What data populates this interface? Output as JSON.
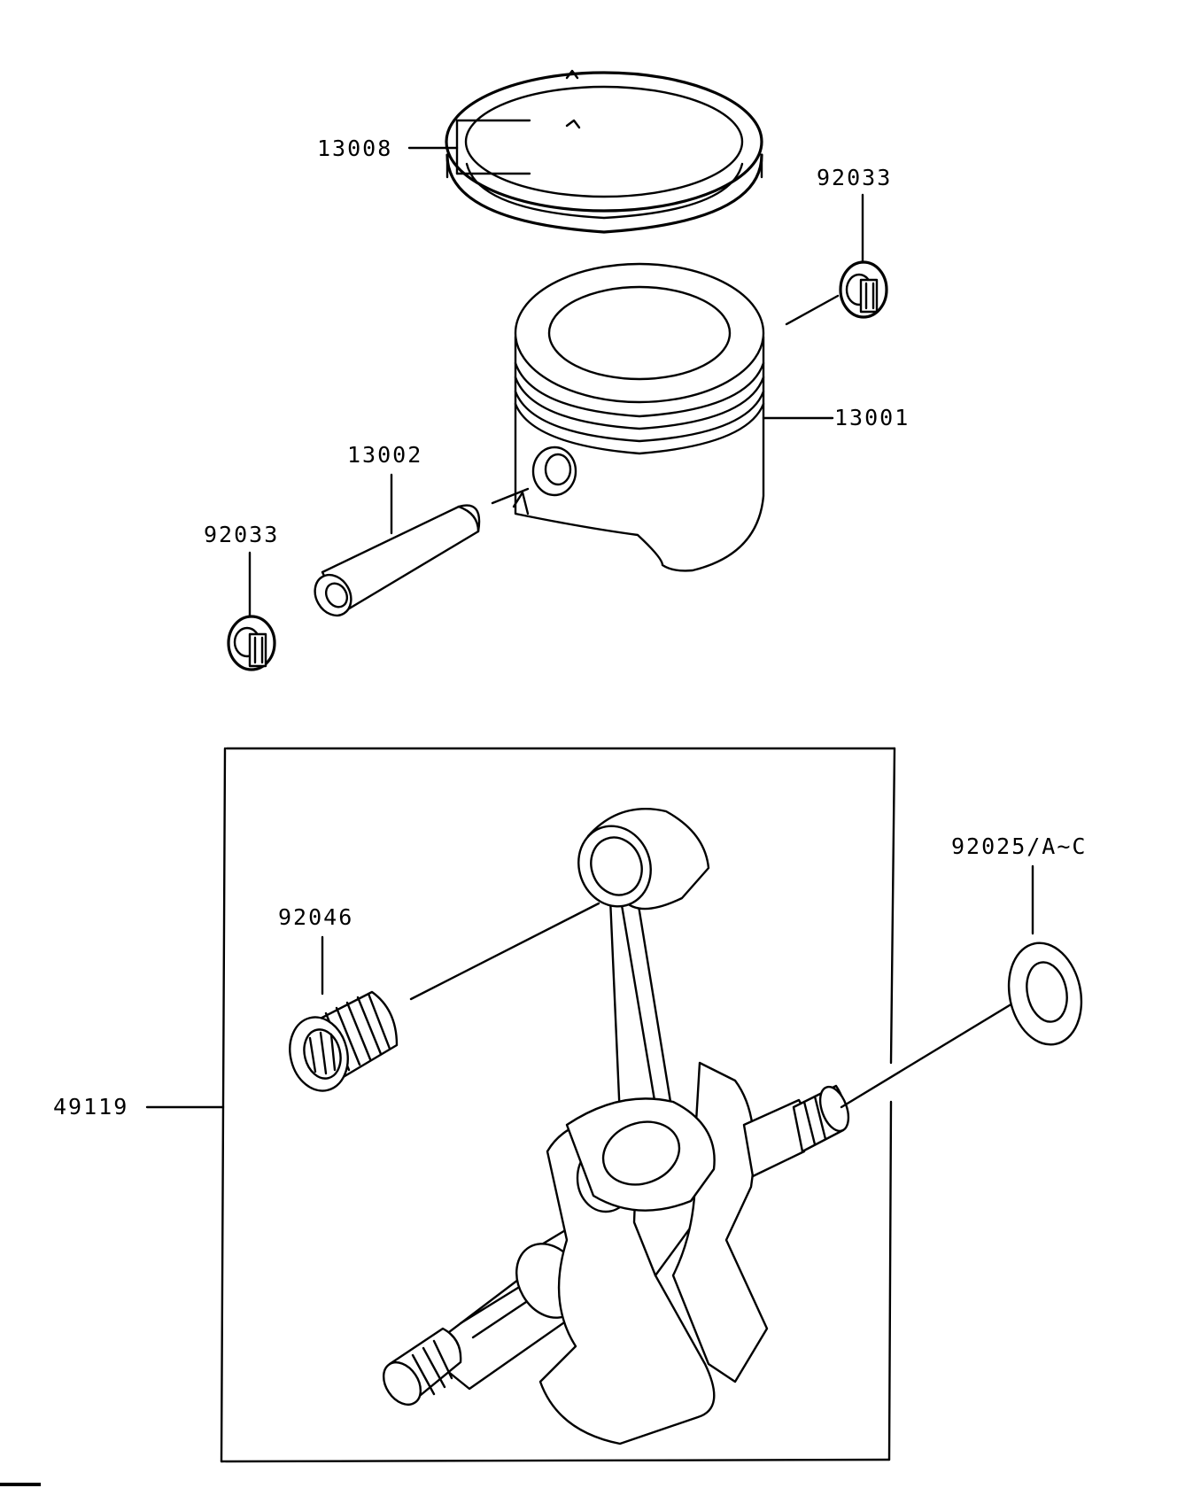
{
  "diagram": {
    "line_color": "#000000",
    "background_color": "#ffffff",
    "parts": [
      {
        "id": "piston_ring",
        "number": "13008",
        "icon": "piston-ring-set-icon"
      },
      {
        "id": "circlip_right",
        "number": "92033",
        "icon": "circlip-icon"
      },
      {
        "id": "piston",
        "number": "13001",
        "icon": "piston-icon"
      },
      {
        "id": "piston_pin",
        "number": "13002",
        "icon": "piston-pin-icon"
      },
      {
        "id": "circlip_left",
        "number": "92033",
        "icon": "circlip-icon"
      },
      {
        "id": "needle_bearing",
        "number": "92046",
        "icon": "needle-bearing-icon"
      },
      {
        "id": "washer",
        "number": "92025/A~C",
        "icon": "washer-icon"
      },
      {
        "id": "crankshaft_assy",
        "number": "49119",
        "icon": "crankshaft-icon"
      }
    ]
  }
}
